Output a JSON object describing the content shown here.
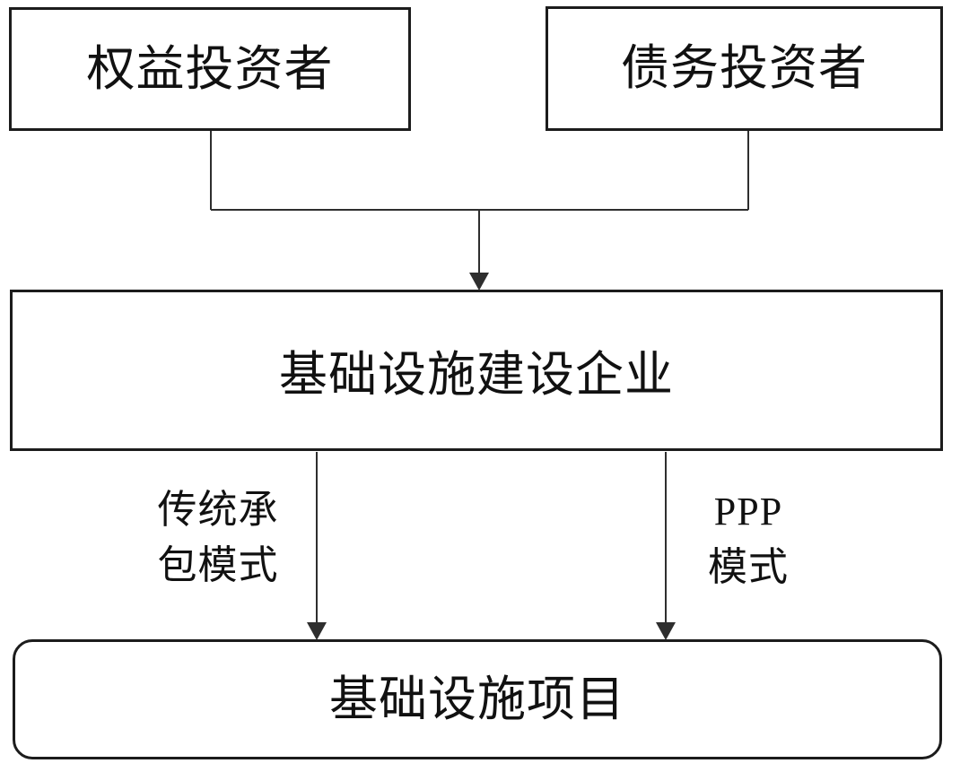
{
  "diagram": {
    "nodes": {
      "equity_investor": {
        "label": "权益投资者"
      },
      "debt_investor": {
        "label": "债务投资者"
      },
      "enterprise": {
        "label": "基础设施建设企业"
      },
      "project": {
        "label": "基础设施项目"
      }
    },
    "edge_labels": {
      "traditional_contracting": "传统承\n包模式",
      "ppp": "PPP\n模式"
    },
    "colors": {
      "background": "#ffffff",
      "box_border": "#1c1c1c",
      "connector_line": "#2e2e2e",
      "text": "#111111"
    }
  }
}
